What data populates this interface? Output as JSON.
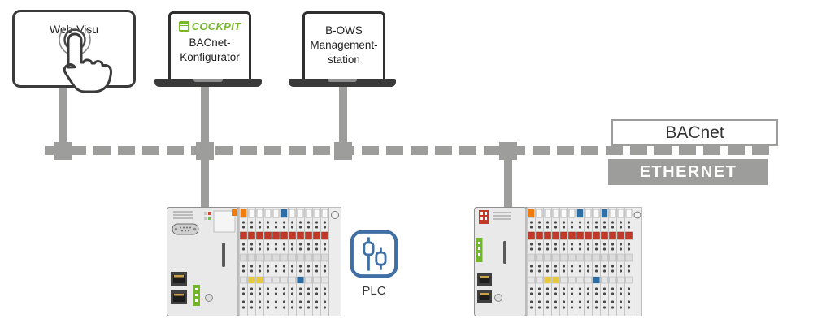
{
  "tablet": {
    "label": "Web-Visu"
  },
  "configurator": {
    "brand": "COCKPIT",
    "line1": "BACnet-",
    "line2": "Konfigurator"
  },
  "bows": {
    "line1": "B-OWS",
    "line2": "Management-",
    "line3": "station"
  },
  "network": {
    "bacnet": "BACnet",
    "ethernet": "ETHERNET"
  },
  "plc_icon": {
    "label": "PLC"
  },
  "colors": {
    "bus_gray": "#9d9d9c",
    "outline_dark": "#3a3a3a",
    "cockpit_green": "#76b82a",
    "beckhoff_green": "#72b62c",
    "plc_blue": "#3f6fa5",
    "terminal_red": "#bf3a2b",
    "terminal_orange": "#ee7d11",
    "terminal_yellow": "#e8c93e",
    "terminal_blue": "#2f6ea5"
  }
}
